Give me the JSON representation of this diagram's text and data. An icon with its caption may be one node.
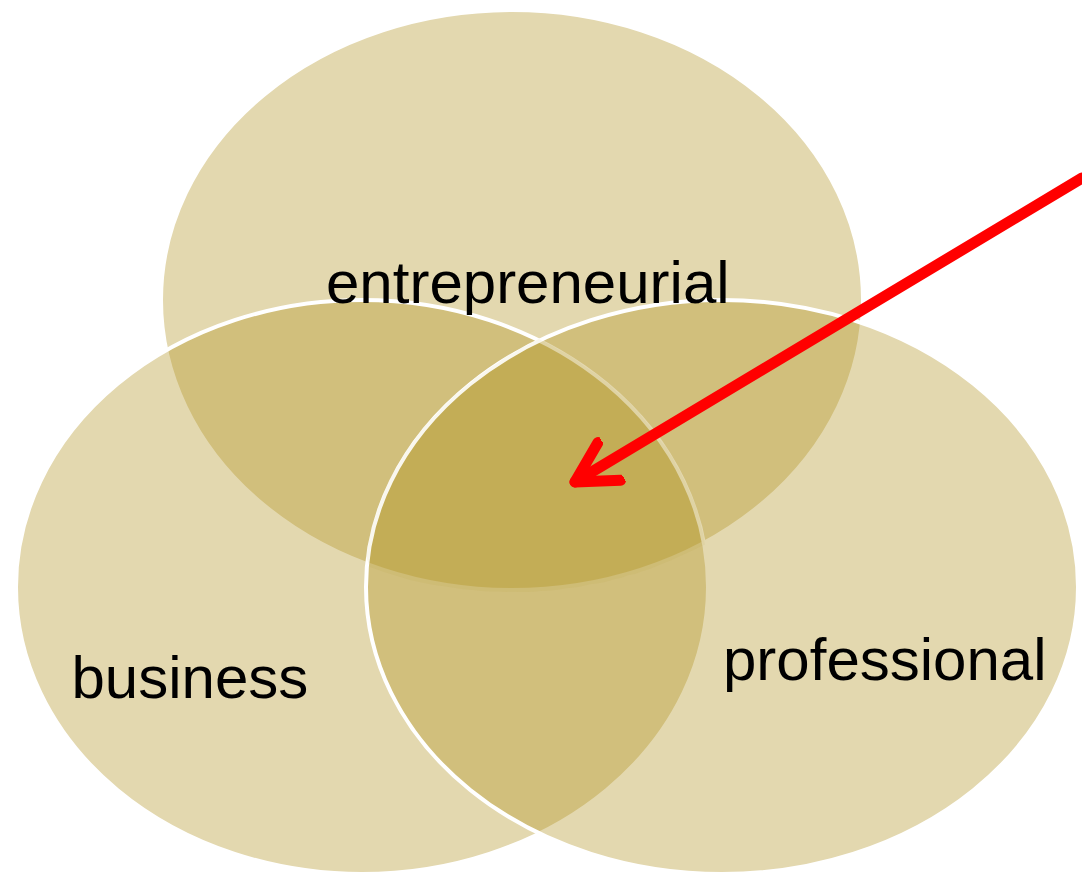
{
  "diagram": {
    "nodes": [
      {
        "text": [
          "entrepreneurial"
        ]
      },
      {
        "text": [
          "business"
        ]
      },
      {
        "text": [
          "professional"
        ]
      },
      {
        "text": [],
        "shape": "circle"
      }
    ],
    "edges": [
      {
        "from": null,
        "to": 3,
        "arrow": "to",
        "color": "#ff0000"
      }
    ]
  }
}
